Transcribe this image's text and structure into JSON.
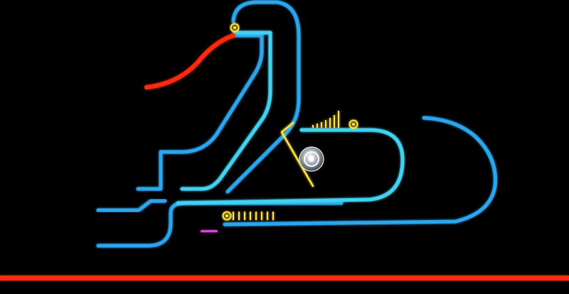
{
  "game": {
    "colors": {
      "background": "#000000",
      "track_blue": "#2aa6ee",
      "track_cyan": "#3fd2f0",
      "hazard_red": "#ff2a10",
      "yellow": "#ffe23a",
      "magenta": "#e040e0",
      "ball": "#dfe6ea"
    },
    "icons": {
      "ball": "chrome-ball-icon",
      "checkpoint": "sun-token-icon",
      "gate": "spring-gate-icon"
    },
    "tokens": [
      {
        "name": "token-top"
      },
      {
        "name": "token-right"
      },
      {
        "name": "token-bottom"
      }
    ]
  }
}
